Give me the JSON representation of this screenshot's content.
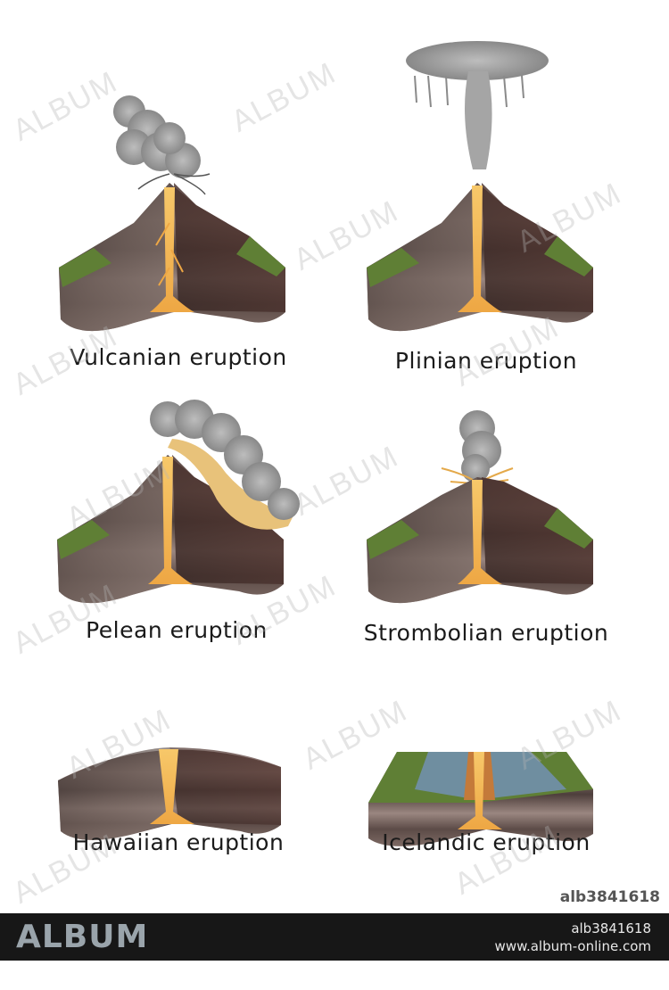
{
  "panels": {
    "vulcanian": {
      "caption": "Vulcanian eruption"
    },
    "plinian": {
      "caption": "Plinian eruption"
    },
    "pelean": {
      "caption": "Pelean eruption"
    },
    "strombolian": {
      "caption": "Strombolian eruption"
    },
    "hawaiian": {
      "caption": "Hawaiian eruption"
    },
    "icelandic": {
      "caption": "Icelandic eruption"
    }
  },
  "watermark": {
    "text": "ALBUM"
  },
  "stock_id": "alb3841618",
  "footer": {
    "brand": "ALBUM",
    "id": "alb3841618",
    "site": "www.album-online.com"
  },
  "colors": {
    "magma": "#f2b54a",
    "ash": "#9a9a9a",
    "rock_dark": "#4a3d3a",
    "rock_mid": "#7a6660",
    "grass": "#5f7f35",
    "footer_bg": "#171717",
    "brand": "#9aa4ab"
  }
}
